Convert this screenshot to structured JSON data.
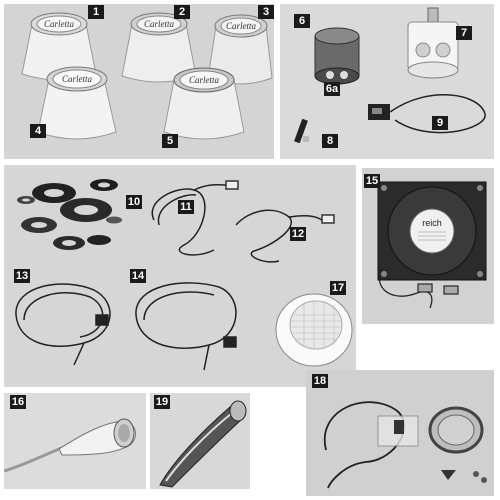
{
  "brand_label": "Carletta",
  "fan_label": "reich",
  "panels": {
    "knobs": [
      "1",
      "2",
      "3",
      "4",
      "5"
    ],
    "cartridge": [
      "6",
      "6a",
      "7",
      "8",
      "9"
    ],
    "wires": [
      "10",
      "11",
      "12",
      "13",
      "14",
      "17"
    ],
    "fan": [
      "15"
    ],
    "shower1": [
      "16"
    ],
    "shower2": [
      "19"
    ],
    "kit": [
      "18"
    ]
  }
}
